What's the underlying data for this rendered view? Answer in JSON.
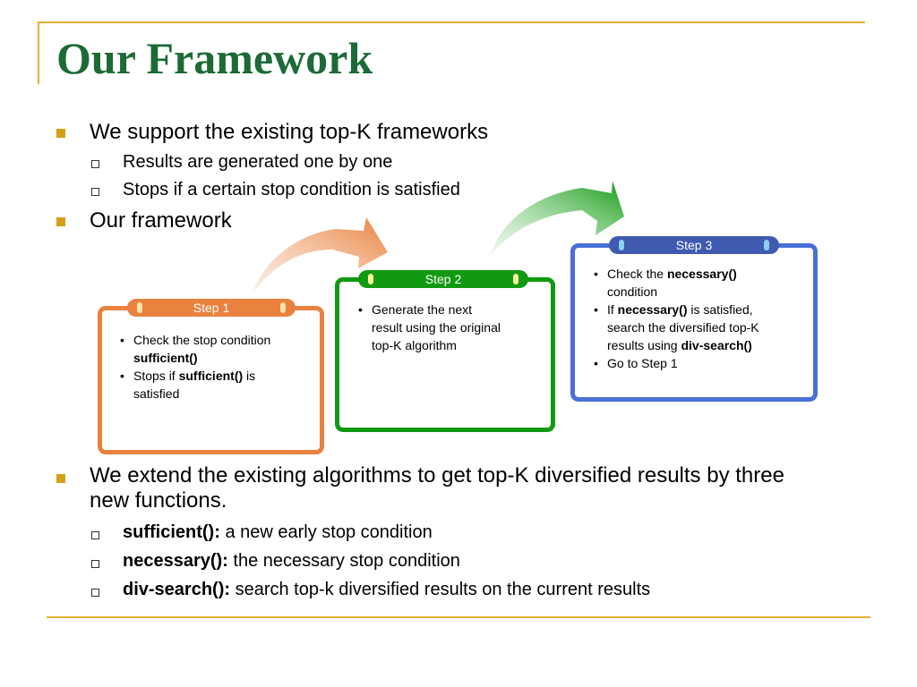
{
  "slide": {
    "title": "Our Framework",
    "bullets": [
      {
        "text": "We support the existing top-K frameworks",
        "sub": [
          "Results are generated one by one",
          "Stops if a certain stop condition is satisfied"
        ]
      },
      {
        "text": "Our framework"
      },
      {
        "text_line1": "We extend  the existing algorithms to get top-K diversified results by three",
        "text_line2": "new functions.",
        "sub": [
          {
            "term": "sufficient():",
            "desc": " a new early stop condition"
          },
          {
            "term": "necessary():",
            "desc": " the necessary stop condition"
          },
          {
            "term": "div-search():",
            "desc": " search top-k diversified results on the current results"
          }
        ]
      }
    ]
  },
  "steps": [
    {
      "label": "Step 1",
      "color": "#e8823e",
      "items": [
        {
          "a": "Check the stop condition",
          "b": "sufficient()"
        },
        {
          "a": "Stops if ",
          "b": "sufficient()",
          "c": " is",
          "d": "satisfied"
        }
      ]
    },
    {
      "label": "Step 2",
      "color": "#119a11",
      "items": [
        {
          "a": "Generate the next",
          "b": "result using the original",
          "c": "top-K algorithm"
        }
      ]
    },
    {
      "label": "Step 3",
      "color": "#4a6fd6",
      "items": [
        {
          "a": "Check the ",
          "b": "necessary()",
          "c": "condition"
        },
        {
          "a": "If ",
          "b": "necessary()",
          "c": " is satisfied,",
          "d": "search the diversified top-K",
          "e": "results using ",
          "f": "div-search()"
        },
        {
          "a": "Go to Step 1"
        }
      ]
    }
  ],
  "icons": {
    "bullet_level1": "filled-square",
    "bullet_level2": "hollow-square",
    "arrow": "curved-arrow"
  }
}
